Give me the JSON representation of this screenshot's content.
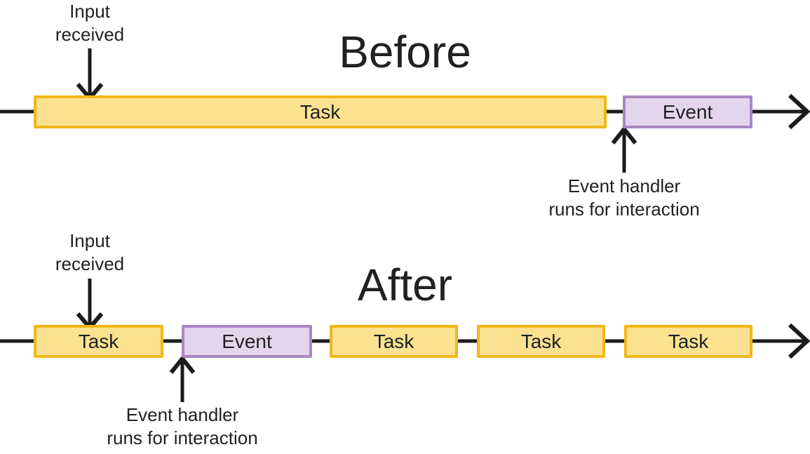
{
  "colors": {
    "task-fill": "#FBE291",
    "task-border": "#F2B818",
    "event-fill": "#E4D4EC",
    "event-border": "#AA87C4",
    "line": "#1B1B1B",
    "text": "#202124"
  },
  "before": {
    "title": "Before",
    "input_label": {
      "lines": [
        "Input",
        "received"
      ]
    },
    "handler_label": {
      "lines": [
        "Event handler",
        "runs for interaction"
      ]
    },
    "boxes": [
      {
        "type": "task",
        "label": "Task"
      },
      {
        "type": "event",
        "label": "Event"
      }
    ]
  },
  "after": {
    "title": "After",
    "input_label": {
      "lines": [
        "Input",
        "received"
      ]
    },
    "handler_label": {
      "lines": [
        "Event handler",
        "runs for interaction"
      ]
    },
    "boxes": [
      {
        "type": "task",
        "label": "Task"
      },
      {
        "type": "event",
        "label": "Event"
      },
      {
        "type": "task",
        "label": "Task"
      },
      {
        "type": "task",
        "label": "Task"
      },
      {
        "type": "task",
        "label": "Task"
      }
    ]
  }
}
